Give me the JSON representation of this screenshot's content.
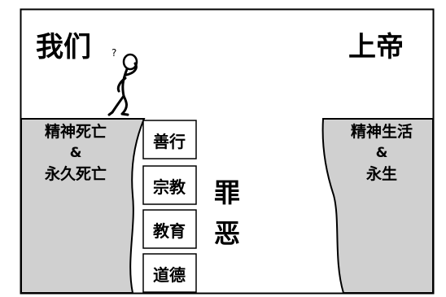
{
  "titles": {
    "us": "我们",
    "question_mark": "?",
    "god": "上帝"
  },
  "left_cliff": {
    "line1": "精神死亡",
    "line2": "&",
    "line3": "永久死亡"
  },
  "right_cliff": {
    "line1": "精神生活",
    "line2": "&",
    "line3": "永生"
  },
  "bridge_blocks": [
    "善行",
    "宗教",
    "教育",
    "道德"
  ],
  "chasm_text": {
    "line1": "罪",
    "line2": "恶"
  },
  "colors": {
    "cliff_fill": "#d0d0d0",
    "stroke": "#000000",
    "background": "#ffffff"
  },
  "icons": [
    "thinking-person-icon"
  ]
}
